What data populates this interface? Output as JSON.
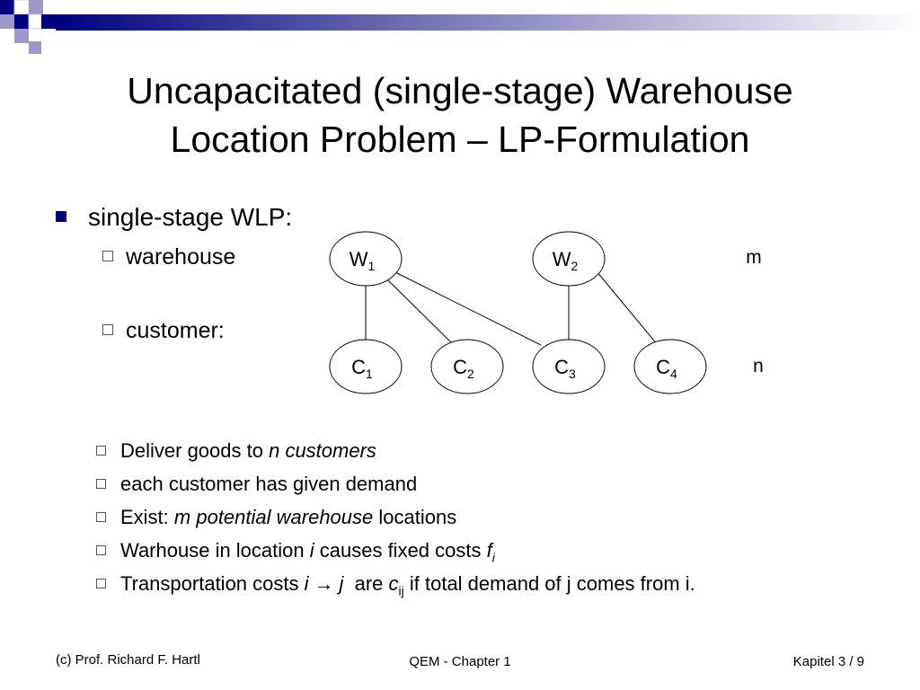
{
  "title": {
    "line1": "Uncapacitated (single-stage) Warehouse",
    "line2": "Location Problem – LP-Formulation"
  },
  "bullet_main": "single-stage WLP:",
  "sub_items": {
    "warehouse": "warehouse",
    "customer": "customer:"
  },
  "graph": {
    "warehouses": [
      {
        "base": "W",
        "sub": "1"
      },
      {
        "base": "W",
        "sub": "2"
      }
    ],
    "customers": [
      {
        "base": "C",
        "sub": "1"
      },
      {
        "base": "C",
        "sub": "2"
      },
      {
        "base": "C",
        "sub": "3"
      },
      {
        "base": "C",
        "sub": "4"
      }
    ],
    "m_label": "m",
    "n_label": "n"
  },
  "list": {
    "item1": {
      "text": "Deliver goods to ",
      "italic": "n customers"
    },
    "item2": {
      "text": "each customer has given demand"
    },
    "item3": {
      "prefix": "Exist: ",
      "italic": "m potential warehouse",
      "suffix": " locations"
    },
    "item4": {
      "prefix": "Warhouse in location ",
      "italic_i": "i",
      "mid": " causes fixed costs ",
      "f": "f",
      "f_sub": "i"
    },
    "item5": {
      "prefix": "Transportation costs ",
      "i": "i",
      "arrow": "→",
      "j": "j",
      "are": "  are ",
      "c": "c",
      "c_sub": "ij",
      "suffix": " if total demand of j comes from i."
    }
  },
  "footer": {
    "left": "(c) Prof. Richard F. Hartl",
    "center": "QEM - Chapter 1",
    "right": "Kapitel 3 / 9"
  },
  "colors": {
    "accent": "#000080",
    "decor_light": "#9999cc"
  }
}
